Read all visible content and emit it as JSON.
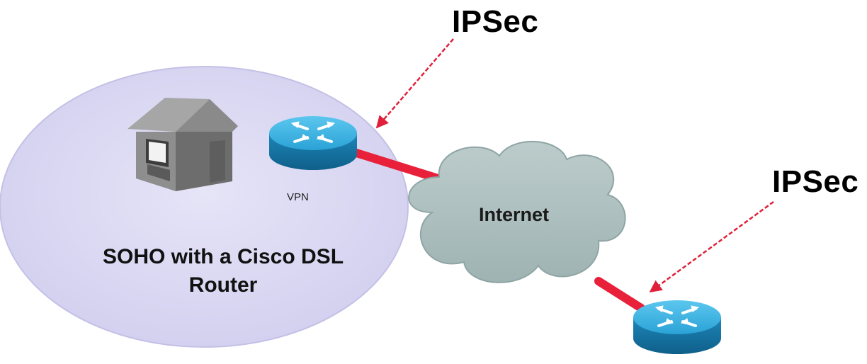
{
  "labels": {
    "ipsec_top": "IPSec",
    "ipsec_right": "IPSec",
    "vpn": "VPN",
    "internet": "Internet",
    "soho_line1": "SOHO with a Cisco DSL",
    "soho_line2": "Router"
  },
  "colors": {
    "soho_area": "#dcdaf2",
    "cloud": "#a9bcbc",
    "router_body": "#1f8fc2",
    "link": "#e8203a",
    "arrow": "#e0203a",
    "house": "#7d7d7d"
  },
  "icons": [
    "house-icon",
    "router-icon",
    "cloud-icon"
  ]
}
